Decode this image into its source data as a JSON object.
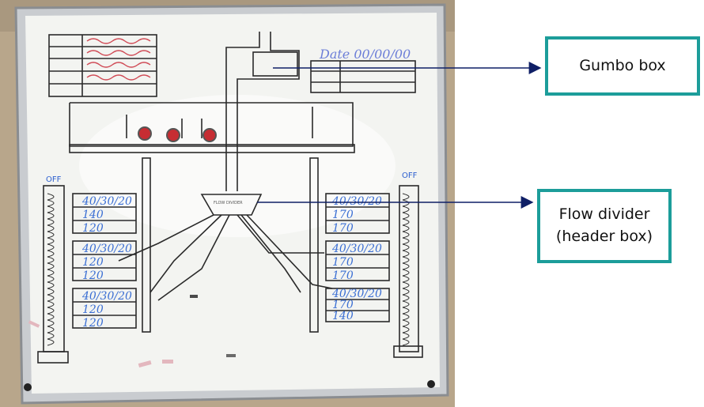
{
  "photo": {
    "date_text": "Date 00/00/00",
    "off_left": "OFF",
    "off_right": "OFF",
    "divider_text": "FLOW DIVIDER",
    "left_values": [
      [
        "40/30/20",
        "140",
        "120"
      ],
      [
        "40/30/20",
        "120",
        "120"
      ],
      [
        "40/30/20",
        "120",
        "120"
      ]
    ],
    "right_values": [
      [
        "40/30/20",
        "170",
        "170"
      ],
      [
        "40/30/20",
        "170",
        "170"
      ],
      [
        "40/30/20",
        "170",
        "140"
      ]
    ]
  },
  "callouts": {
    "gumbo_box": "Gumbo box",
    "flow_divider": "Flow divider\n(header box)"
  },
  "colors": {
    "callout_border": "#1c9d9a",
    "arrow": "#0f1f66",
    "marker_blue": "#3b6fd4",
    "marker_red": "#d04a55"
  }
}
